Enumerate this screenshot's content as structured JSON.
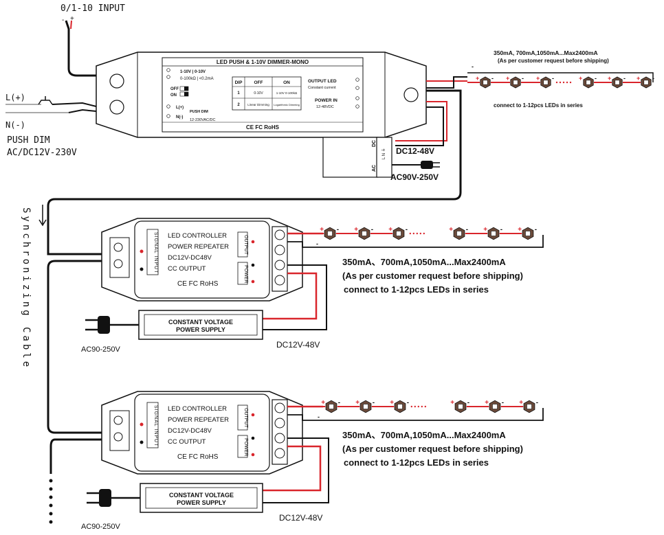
{
  "input": {
    "dim_signal_label": "0/1-10 INPUT",
    "dim_signal_polarity": [
      "-",
      "+"
    ],
    "live_label": "L(+)",
    "neutral_label": "N(-)",
    "push_dim_label": "PUSH DIM",
    "supply_range_label": "AC/DC12V-230V"
  },
  "dimmer": {
    "title": "LED PUSH & 1-10V DIMMER-MONO",
    "left_terminals": [
      "1-10V | 0-10V",
      "0-100kΩ | <0.2mA",
      "OFF",
      "ON",
      "L(+)",
      "PUSH DIM",
      "N(-)",
      "12-230VAC/DC"
    ],
    "table_headers": [
      "DIP",
      "OFF",
      "ON"
    ],
    "table_rows": [
      {
        "dip": "1",
        "off": "0-10V",
        "on": "1-10V 0-100kΩ"
      },
      {
        "dip": "2",
        "off": "Linear Dimming",
        "on": "Logarithmic Dimming"
      }
    ],
    "output_title": "OUTPUT LED",
    "output_sub": "Constant current",
    "power_title": "POWER IN",
    "power_sub": "12-48VDC",
    "cert": "CE FC RoHS"
  },
  "top_led": {
    "spec": "350mA, 700mA,1050mA...Max2400mA",
    "note": "(As per customer request before shipping)",
    "series": "connect to 1-12pcs LEDs in series"
  },
  "dc_block": {
    "dc_label": "DC12-48V",
    "ac_label": "AC90V-250V",
    "side_dc": "DC",
    "side_ac": "AC",
    "side_lne": "L N ⏚"
  },
  "sync_label": "Synchronizing Cable",
  "repeaters": [
    {
      "lines": [
        "LED CONTROLLER",
        "POWER REPEATER",
        "DC12V-DC48V",
        "CC OUTPUT"
      ],
      "cert": "CE FC RoHS",
      "signal": "SIGNAL INPUT",
      "output": "OUTPUT",
      "power": "POWER",
      "psu": [
        "CONSTANT VOLTAGE",
        "POWER SUPPLY"
      ],
      "ac": "AC90-250V",
      "dc": "DC12V-48V",
      "spec": "350mA、700mA,1050mA...Max2400mA",
      "note": "(As per customer request before shipping)",
      "series": "connect to 1-12pcs LEDs in series"
    },
    {
      "lines": [
        "LED CONTROLLER",
        "POWER REPEATER",
        "DC12V-DC48V",
        "CC OUTPUT"
      ],
      "cert": "CE FC RoHS",
      "signal": "SIGNAL INPUT",
      "output": "OUTPUT",
      "power": "POWER",
      "psu": [
        "CONSTANT VOLTAGE",
        "POWER SUPPLY"
      ],
      "ac": "AC90-250V",
      "dc": "DC12V-48V",
      "spec": "350mA、700mA,1050mA...Max2400mA",
      "note": "(As per customer request before shipping)",
      "series": "connect to 1-12pcs LEDs in series"
    }
  ],
  "colors": {
    "red_wire": "#d9252b",
    "black_wire": "#111111",
    "led_body": "#6b4a3a"
  }
}
